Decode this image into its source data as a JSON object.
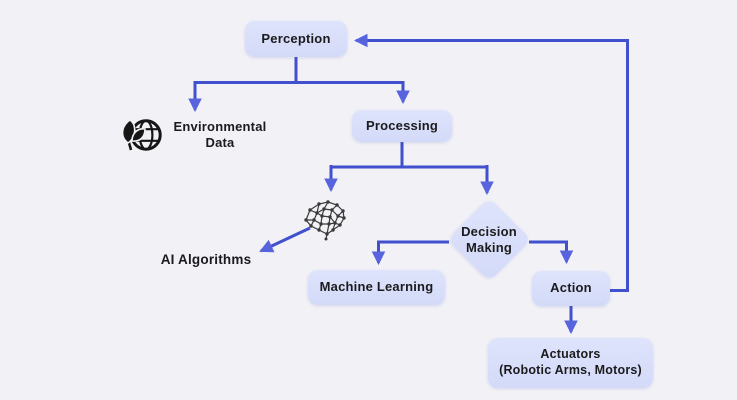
{
  "colors": {
    "background": "#f1f1f6",
    "node_fill_top": "#dfe4fc",
    "node_fill_bottom": "#d3daf8",
    "connector": "#4150cc",
    "arrowhead": "#5864de",
    "text": "#1b1b1d",
    "icon": "#161616",
    "brain": "#3a3a3a"
  },
  "diagram": {
    "type": "flowchart",
    "nodes": {
      "perception": {
        "label": "Perception",
        "shape": "rounded-box"
      },
      "environmental_data": {
        "label": "Environmental\nData",
        "shape": "label-with-icon",
        "icon": "environment-globe-leaf-icon"
      },
      "processing": {
        "label": "Processing",
        "shape": "rounded-box"
      },
      "ai_algorithms": {
        "label": "AI Algorithms",
        "shape": "label-with-icon",
        "icon": "neural-network-brain-icon"
      },
      "decision_making": {
        "label": "Decision\nMaking",
        "shape": "diamond"
      },
      "machine_learning": {
        "label": "Machine Learning",
        "shape": "rounded-box"
      },
      "action": {
        "label": "Action",
        "shape": "rounded-box"
      },
      "actuators": {
        "label": "Actuators\n(Robotic Arms, Motors)",
        "shape": "rounded-box"
      }
    },
    "edges": [
      {
        "from": "perception",
        "to": "environmental_data"
      },
      {
        "from": "perception",
        "to": "processing"
      },
      {
        "from": "processing",
        "to": "ai_algorithms"
      },
      {
        "from": "processing",
        "to": "decision_making"
      },
      {
        "from": "decision_making",
        "to": "machine_learning"
      },
      {
        "from": "decision_making",
        "to": "action"
      },
      {
        "from": "action",
        "to": "actuators"
      },
      {
        "from": "action",
        "to": "perception",
        "note": "feedback loop"
      }
    ]
  }
}
